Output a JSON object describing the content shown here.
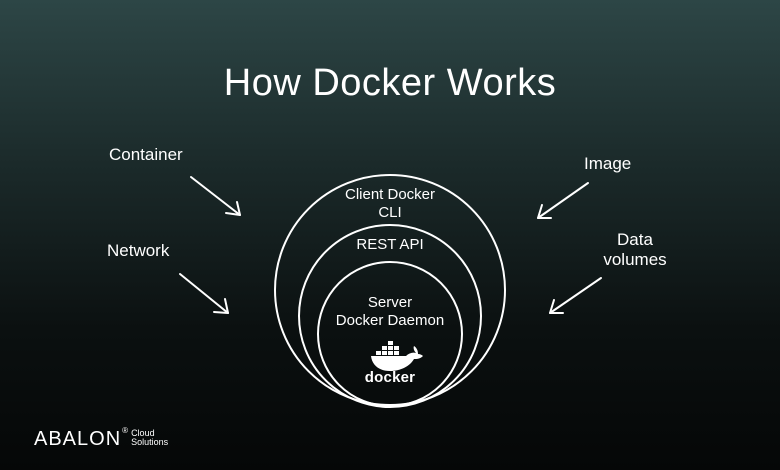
{
  "title": "How Docker Works",
  "labels": {
    "container": "Container",
    "network": "Network",
    "image": "Image",
    "data_volumes_line1": "Data",
    "data_volumes_line2": "volumes"
  },
  "rings": {
    "outer_line1": "Client Docker",
    "outer_line2": "CLI",
    "middle": "REST API",
    "inner_line1": "Server",
    "inner_line2": "Docker Daemon"
  },
  "logo_word": "docker",
  "brand": {
    "name": "ABALON",
    "reg": "®",
    "sub_line1": "Cloud",
    "sub_line2": "Solutions"
  },
  "colors": {
    "text": "#ffffff",
    "stroke": "#ffffff"
  },
  "icons": [
    "arrow-icon",
    "docker-whale-icon"
  ]
}
